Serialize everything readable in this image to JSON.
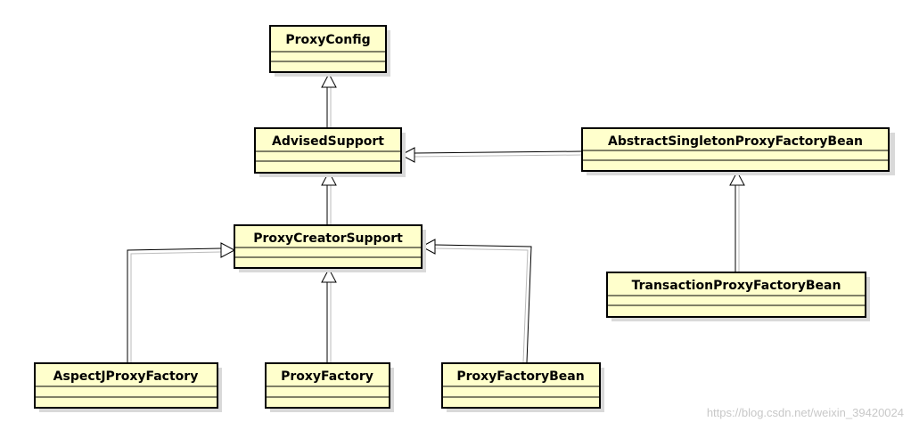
{
  "classes": {
    "proxy_config": "ProxyConfig",
    "advised_support": "AdvisedSupport",
    "abstract_singleton_proxy_factory_bean": "AbstractSingletonProxyFactoryBean",
    "proxy_creator_support": "ProxyCreatorSupport",
    "transaction_proxy_factory_bean": "TransactionProxyFactoryBean",
    "aspectj_proxy_factory": "AspectJProxyFactory",
    "proxy_factory": "ProxyFactory",
    "proxy_factory_bean": "ProxyFactoryBean"
  },
  "watermark": "https://blog.csdn.net/weixin_39420024",
  "colors": {
    "class_fill": "#ffffcc",
    "border": "#000000",
    "shadow": "#d9d9d9",
    "edge": "#000000"
  }
}
